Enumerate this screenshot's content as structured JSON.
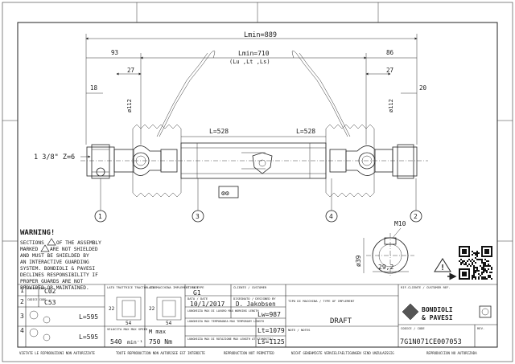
{
  "dimensions": {
    "lmin_total": "Lmin=889",
    "lmin_mid": "Lmin=710",
    "lmin_sub": "(Lu ,Lt ,Ls)",
    "left_offset": "93",
    "right_offset": "86",
    "left_27": "27",
    "right_27": "27",
    "left_18": "18",
    "right_20": "20",
    "left_dia": "ø112",
    "right_dia": "ø112",
    "tube_left": "L=528",
    "tube_right": "L=528",
    "spline_note": "1 3/8\" Z=6",
    "m10": "M10",
    "d39": "ø39",
    "d29": "29,2"
  },
  "callouts": [
    "1",
    "3",
    "4",
    "2"
  ],
  "warning": {
    "title": "WARNING!",
    "lines": [
      "SECTIONS",
      "OF THE ASSEMBLY",
      "MARKED",
      "ARE NOT SHIELDED",
      "AND MUST BE SHIELDED BY",
      "AN INTERACTIVE GUARDING",
      "SYSTEM. BONDIOLI & PAVESI",
      "DECLINES RESPONSIBILITY IF",
      "PROPER GUARDS ARE NOT",
      "PROVIDED OR MAINTAINED."
    ]
  },
  "parts_table": {
    "rows": [
      {
        "num": "1",
        "label": "CODICE CODE",
        "value": "C02"
      },
      {
        "num": "2",
        "label": "CODICE CODE",
        "value": "C53"
      },
      {
        "num": "3",
        "label": "",
        "value": "L=595"
      },
      {
        "num": "4",
        "label": "",
        "value": "L=595"
      }
    ]
  },
  "title_block": {
    "lato_trattrice_label": "LATO TRATTRICE TRACTOR SIDE",
    "lato_macchina_label": "LATO MACCHINA IMPLEMENT SIDE",
    "dim_22a": "22",
    "dim_54a": "54",
    "dim_22b": "22",
    "dim_54b": "54",
    "velocita_label": "VELOCITA MAX MAX SPEED",
    "velocita_value": "540",
    "velocita_unit": "min⁻¹",
    "mmax_label": "M max",
    "mmax_value": "750 Nm",
    "tipo_label": "TIPO TYPE",
    "tipo_value": "G1",
    "data_label": "DATA / DATE",
    "data_value": "10/1/2017",
    "lungh_label1": "LUNGHEZZA MAX DI LAVORO MAX WORKING LENGTH",
    "lungh_value1": "Lw=987",
    "lungh_label2": "LUNGHEZZA MAX TEMPORANEA MAX TEMPORARY LENGTH",
    "lungh_value2": "Lt=1079",
    "lungh_label3": "LUNGHEZZA MAX DI ROTAZIONE MAX LENGTH AT STANDSTILL",
    "lungh_value3": "Ls=1125",
    "cliente_label": "CLIENTE / CUSTOMER",
    "disegnato_label": "DISEGNATO / DESIGNED BY",
    "disegnato_value": "D. Jakobsen",
    "tipo_macchina_label": "TIPO DI MACCHINA / TYPE OF IMPLEMENT",
    "note_label": "NOTE / NOTES",
    "draft": "DRAFT",
    "rif_label": "RIF.CLIENTE / CUSTOMER REF.",
    "brand_line1": "BONDIOLI",
    "brand_line2": "& PAVESI",
    "codice_label": "CODICE / CODE",
    "codice_value": "7G1N071CE007053",
    "rev_label": "REV."
  },
  "footer": [
    "VIETATE LE RIPRODUZIONI NON AUTORIZZATE",
    "TOUTE REPRODUCTION NON AUTORISEE EST INTERDITE",
    "REPRODUCTION NOT PERMITTED",
    "NICHT GENEHMIGTE VERVIELFAELTIGUNGEN SIND UNZULAESSIG",
    "REPRODUCCION NO AUTORIZADA"
  ],
  "colors": {
    "ink": "#1a1a1a",
    "paper": "#ffffff"
  }
}
